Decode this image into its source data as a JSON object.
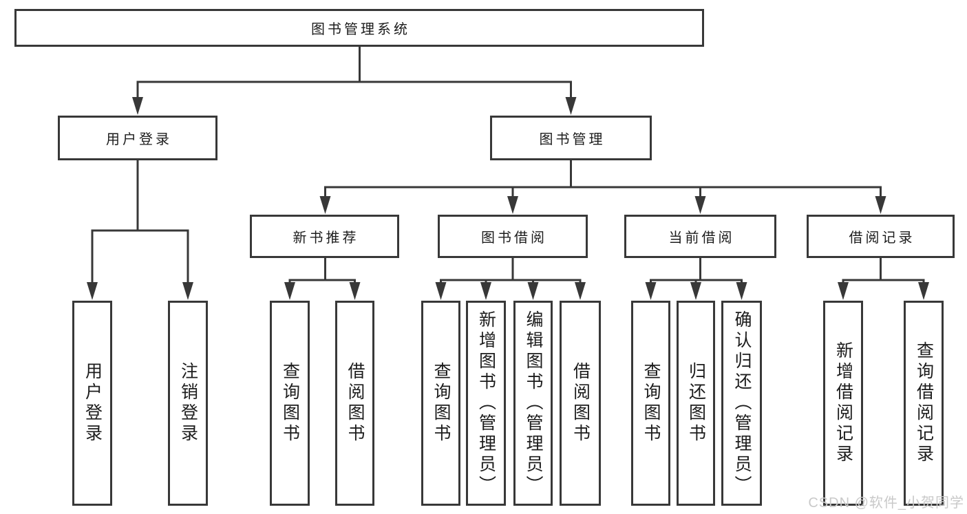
{
  "tree": {
    "label": "图书管理系统",
    "children": [
      {
        "label": "用户登录",
        "children": [
          {
            "label": "用户登录"
          },
          {
            "label": "注销登录"
          }
        ]
      },
      {
        "label": "图书管理",
        "children": [
          {
            "label": "新书推荐",
            "children": [
              {
                "label": "查询图书"
              },
              {
                "label": "借阅图书"
              }
            ]
          },
          {
            "label": "图书借阅",
            "children": [
              {
                "label": "查询图书"
              },
              {
                "label": "新增图书（管理员）"
              },
              {
                "label": "编辑图书（管理员）"
              },
              {
                "label": "借阅图书"
              }
            ]
          },
          {
            "label": "当前借阅",
            "children": [
              {
                "label": "查询图书"
              },
              {
                "label": "归还图书"
              },
              {
                "label": "确认归还（管理员）"
              }
            ]
          },
          {
            "label": "借阅记录",
            "children": [
              {
                "label": "新增借阅记录"
              },
              {
                "label": "查询借阅记录"
              }
            ]
          }
        ]
      }
    ]
  },
  "watermark": {
    "text": "CSDN @软件_小贺同学"
  },
  "colors": {
    "line": "#383838",
    "box_border": "#383838",
    "text": "#1c1c1c",
    "watermark": "#c9c9c9",
    "background": "#ffffff"
  }
}
